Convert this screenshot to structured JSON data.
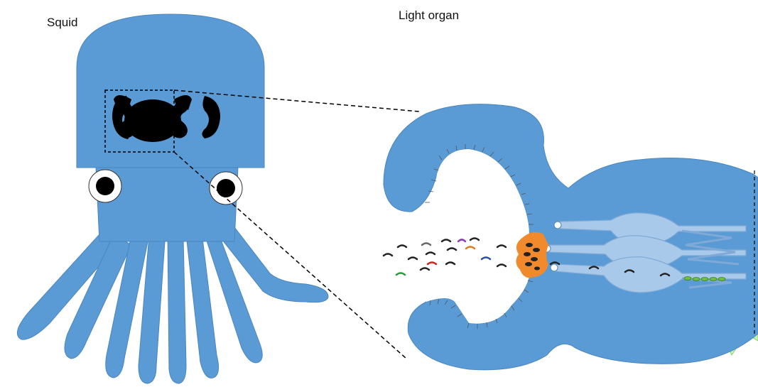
{
  "labels": {
    "squid": "Squid",
    "light_organ": "Light organ"
  },
  "colors": {
    "body": "#5b9bd5",
    "body_stroke": "#4a86bf",
    "organ_black": "#000000",
    "cell_light": "#a9c9ea",
    "cell_stroke": "#7fa9d6",
    "glow": "#c8f0b0",
    "mucus_orange": "#f08a2c",
    "bacteria_dark": "#222222"
  },
  "icons": {
    "squid": "squid-illustration",
    "light_organ": "light-organ-cross-section",
    "bacteria": "bacteria-cells",
    "glow": "light-emission-burst"
  }
}
